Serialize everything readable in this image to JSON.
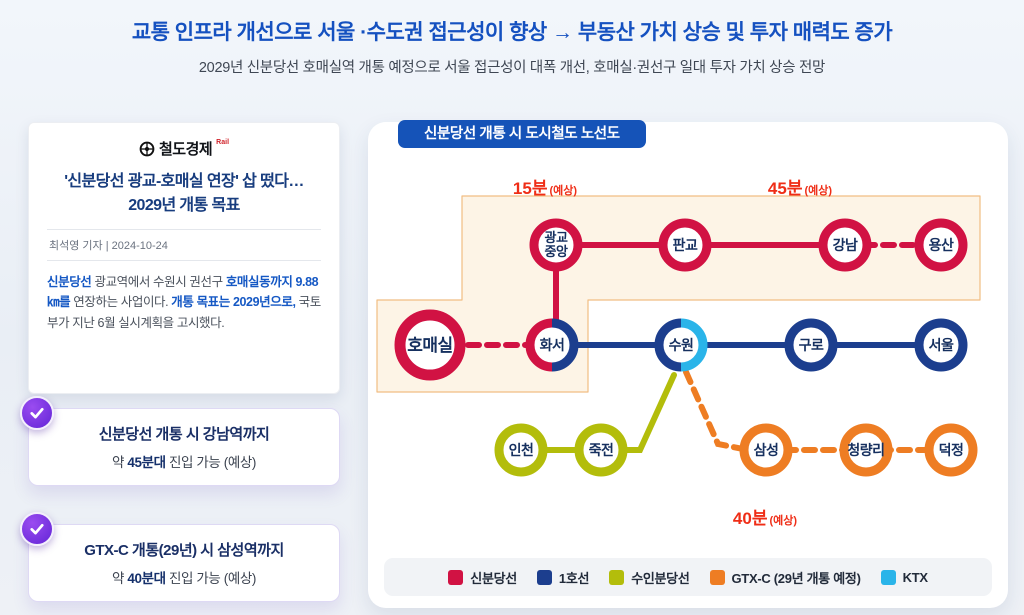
{
  "header": {
    "title": "교통 인프라 개선으로 서울 ·수도권 접근성이 향상 → 부동산 가치 상승 및 투자 매력도 증가",
    "subtitle": "2029년 신분당선 호매실역 개통 예정으로 서울 접근성이 대폭 개선, 호매실·권선구 일대 투자 가치 상승 전망"
  },
  "news_card": {
    "logo_text": "철도경제",
    "logo_tag": "Rail",
    "headline_line1": "'신분당선 광교-호매실 연장' 삽 떴다…",
    "headline_line2": "2029년 개통 목표",
    "byline": "최석영 기자 | 2024-10-24",
    "body": {
      "p1": "신분당선",
      "p2": " 광교역에서 수원시 권선구 ",
      "p3": "호매실동까지 9.88㎞를",
      "p4": " 연장하는 사업이다. ",
      "p5": "개통 목표는 2029년으로,",
      "p6": " 국토부가 지난 6월 실시계획을 고시했다."
    }
  },
  "callouts": [
    {
      "title": "신분당선 개통 시 강남역까지",
      "desc_prefix": "약 ",
      "desc_bold": "45분대",
      "desc_suffix": " 진입 가능 (예상)"
    },
    {
      "title": "GTX-C 개통(29년) 시 삼성역까지",
      "desc_prefix": "약 ",
      "desc_bold": "40분대",
      "desc_suffix": " 진입 가능 (예상)"
    }
  ],
  "map": {
    "badge": "신분당선 개통 시 도시철도 노선도",
    "times": [
      {
        "value": "15분",
        "unit": "(예상)"
      },
      {
        "value": "45분",
        "unit": "(예상)"
      },
      {
        "value": "40분",
        "unit": "(예상)"
      }
    ],
    "stations": [
      {
        "name": "광교",
        "name2": "중앙",
        "line": "신분당선"
      },
      {
        "name": "판교",
        "line": "신분당선"
      },
      {
        "name": "강남",
        "line": "신분당선"
      },
      {
        "name": "용산",
        "line": "신분당선"
      },
      {
        "name": "호매실",
        "line": "신분당선"
      },
      {
        "name": "화서",
        "line": "신분당선/1호선"
      },
      {
        "name": "수원",
        "line": "1호선/KTX"
      },
      {
        "name": "구로",
        "line": "1호선"
      },
      {
        "name": "서울",
        "line": "1호선"
      },
      {
        "name": "인천",
        "line": "수인분당선"
      },
      {
        "name": "죽전",
        "line": "수인분당선"
      },
      {
        "name": "삼성",
        "line": "GTX-C"
      },
      {
        "name": "청량리",
        "line": "GTX-C"
      },
      {
        "name": "덕정",
        "line": "GTX-C"
      }
    ],
    "legend": [
      {
        "label": "신분당선",
        "color": "#d11243"
      },
      {
        "label": "1호선",
        "color": "#1c3e8e"
      },
      {
        "label": "수인분당선",
        "color": "#b3bd0b"
      },
      {
        "label": "GTX-C (29년 개통 예정)",
        "color": "#ee7d23"
      },
      {
        "label": "KTX",
        "color": "#2ab4e9"
      }
    ]
  },
  "colors": {
    "accent_blue": "#1551c0",
    "badge_blue": "#1553b8",
    "line_red": "#d11243",
    "line_blue": "#1c3e8e",
    "line_olive": "#b3bd0b",
    "line_orange": "#ee7d23",
    "line_cyan": "#2ab4e9",
    "time_red": "#ef2d16",
    "check_purple": "#6224d6",
    "highlight_zone": "#fdf4e6"
  }
}
